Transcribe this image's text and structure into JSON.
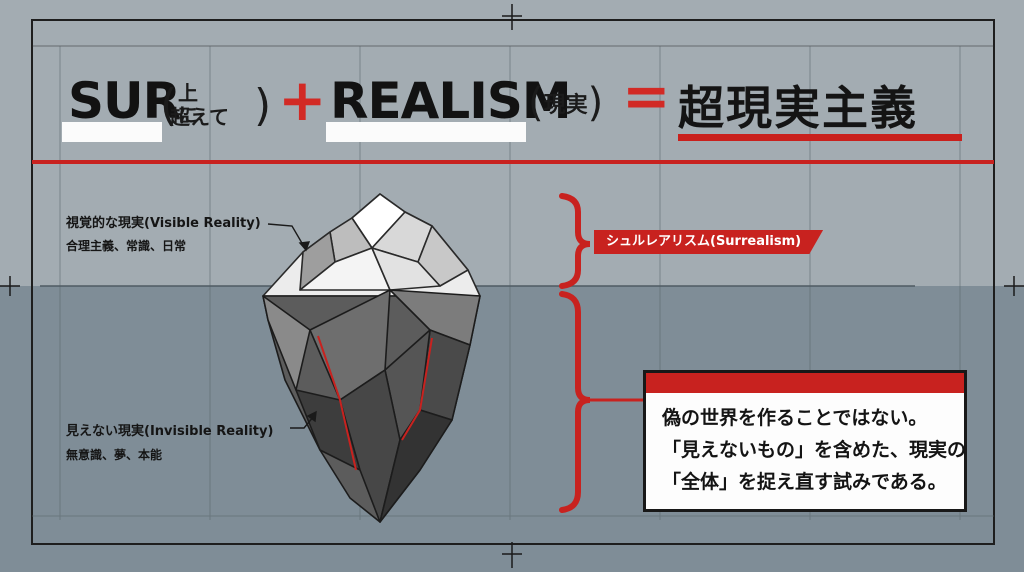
{
  "title": {
    "sur": "SUR",
    "sur_meaning": [
      "上に",
      "超えて"
    ],
    "plus": "+",
    "realism": "REALISM",
    "realism_meaning": "現実",
    "equals": "=",
    "result": "超現実主義"
  },
  "visible": {
    "label": "視覚的な現実(Visible Reality)",
    "items": "合理主義、常識、日常"
  },
  "invisible": {
    "label": "見えない現実(Invisible Reality)",
    "items": "無意識、夢、本能"
  },
  "surrealism_tag": "シュルレアリスム(Surrealism)",
  "callout": {
    "lines": [
      "偽の世界を作ることではない。",
      "「見えないもの」を含めた、現実の",
      "「全体」を捉え直す試みである。"
    ]
  },
  "colors": {
    "accent_red": "#c8221f",
    "background": "#a3acb2",
    "water": "#7e8c96"
  }
}
